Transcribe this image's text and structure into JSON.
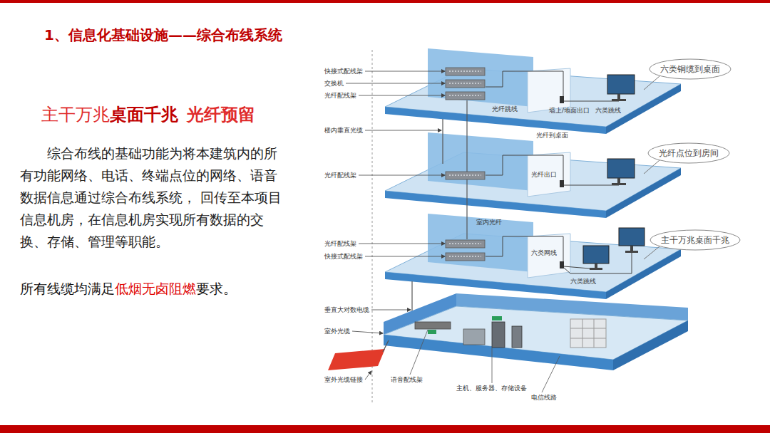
{
  "diagram": {
    "title": "1、信息化基础设施——综合布线系统",
    "nodes": [
      {
        "text": [
          "六类铜缆到桌面"
        ]
      },
      {
        "text": [
          "光纤点位到房间"
        ]
      },
      {
        "text": [
          "主干万兆桌面千兆"
        ]
      }
    ],
    "labels": [
      "主干万兆",
      "桌面千兆",
      "光纤预留",
      "综合布线的基础功能为将本建筑内的所有功能网络、电话、终端点位的网络、语音数据信息通过综合布线系统， 回传至本项目信息机房，在信息机房实现所有数据的交换、存储、管理等职能。",
      "所有线缆均满足",
      "低烟无卤阻燃",
      "要求。",
      "快接式配线架",
      "交换机",
      "光纤配线架",
      "光纤跳线",
      "墙上/地面出口",
      "六类跳线",
      "楼内垂直光缆",
      "光纤到桌面",
      "光纤配线架",
      "光纤出口",
      "室内光纤",
      "光纤配线架",
      "快接式配线架",
      "六类网线",
      "六类跳线",
      "垂直大对数电缆",
      "室外光缆",
      "室外光缆链接",
      "语音配线架",
      "主机、服务器、存储设备",
      "电信线路"
    ]
  }
}
